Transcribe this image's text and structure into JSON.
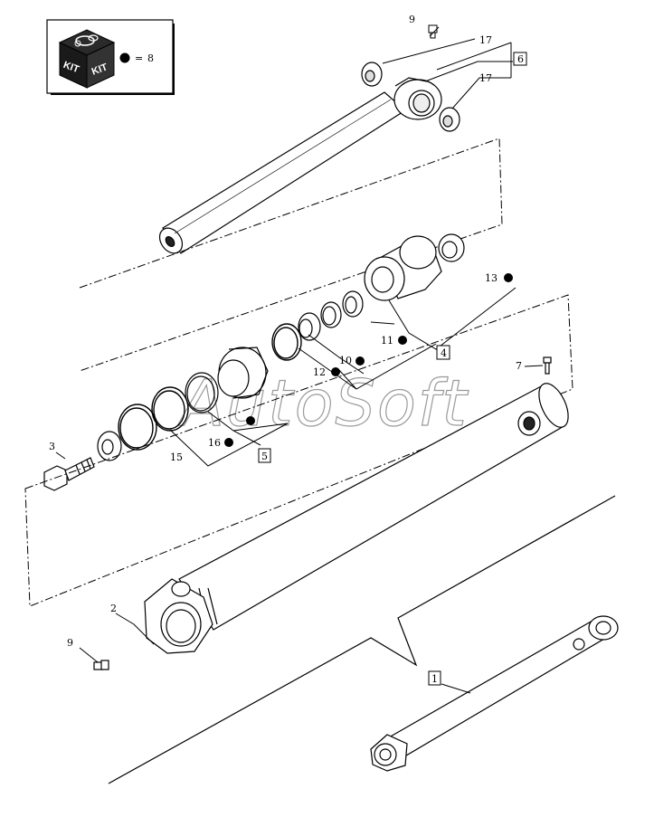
{
  "kit_legend": {
    "icon_text_1": "KIT",
    "icon_text_2": "KIT",
    "equals": "=",
    "value": "8"
  },
  "watermark": "AutoSoft",
  "callouts": {
    "c1": "1",
    "c2": "2",
    "c3": "3",
    "c4": "4",
    "c5": "5",
    "c6": "6",
    "c7": "7",
    "c9a": "9",
    "c9b": "9",
    "c10": "10",
    "c11": "11",
    "c12": "12",
    "c13": "13",
    "c15": "15",
    "c16": "16",
    "c17a": "17",
    "c17b": "17"
  },
  "colors": {
    "line": "#000000",
    "kit_icon": "#1a1a1a",
    "watermark": "#9a9a9a"
  }
}
